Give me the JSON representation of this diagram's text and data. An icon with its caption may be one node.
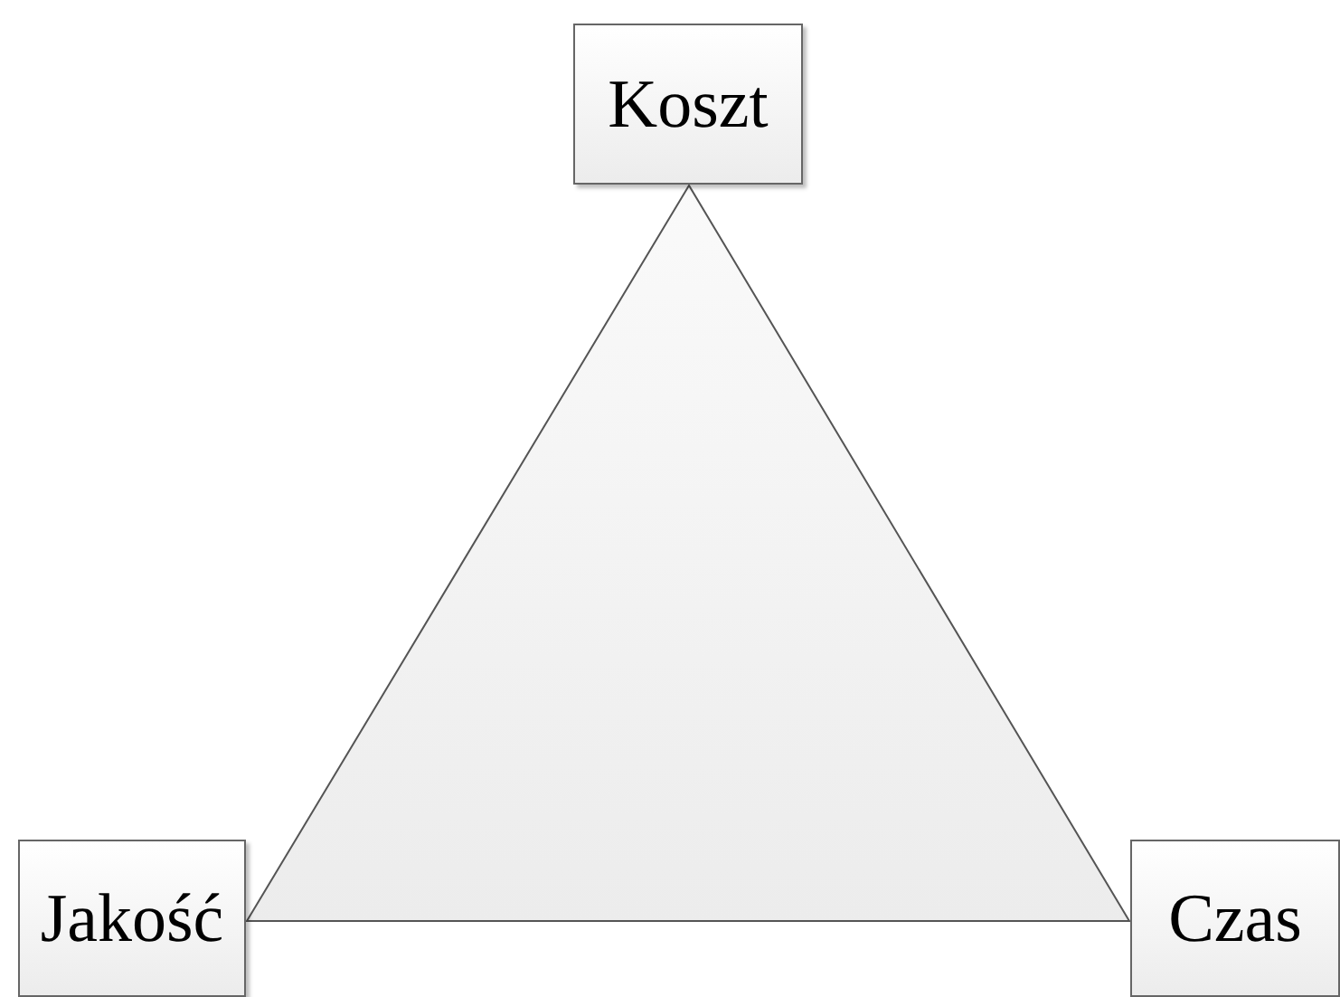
{
  "diagram": {
    "nodes": [
      {
        "text": [
          "Koszt"
        ]
      },
      {
        "text": [
          "Jakość"
        ]
      },
      {
        "text": [
          "Czas"
        ]
      },
      {
        "text": [],
        "shape": "triangle"
      }
    ]
  }
}
